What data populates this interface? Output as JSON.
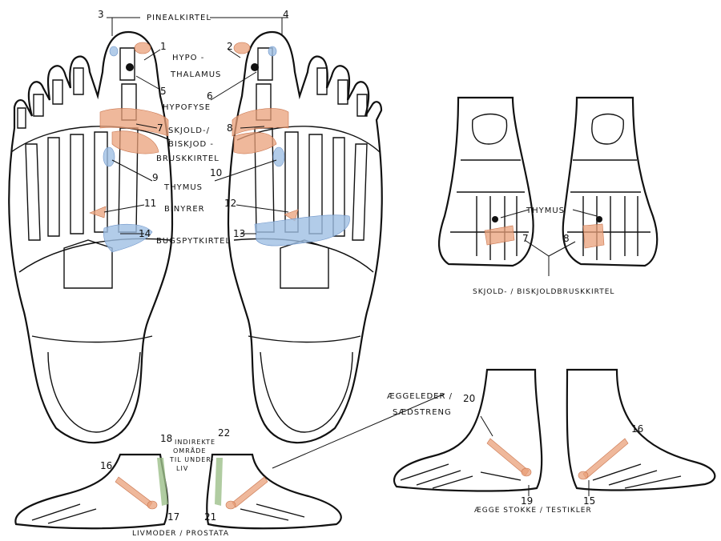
{
  "labels": {
    "pineal": "PINEALKIRTEL",
    "hypo1": "HYPO -",
    "hypo2": "THALAMUS",
    "hypofyse": "HYPOFYSE",
    "skjold1": "SKJOLD-/",
    "skjold2": "BISKJOD -",
    "skjold3": "BRUSKKIRTEL",
    "thymus": "THYMUS",
    "binyrer": "BINYRER",
    "bugspyt": "BUGSPYTKIRTEL",
    "thymus_top": "THYMUS",
    "skjold_top": "SKJOLD- / BISKJOLDBRUSKKIRTEL",
    "aeggeleder1": "ÆGGELEDER /",
    "aeggeleder2": "SÆDSTRENG",
    "aeggestokke": "ÆGGE STOKKE / TESTIKLER",
    "indirekte1": "INDIREKTE",
    "indirekte2": "OMRÅDE",
    "indirekte3": "TIL UNDER-",
    "indirekte4": "LIV",
    "livmoder": "LIVMODER / PROSTATA"
  },
  "numbers": {
    "n1": "1",
    "n2": "2",
    "n3": "3",
    "n4": "4",
    "n5": "5",
    "n6": "6",
    "n7": "7",
    "n8": "8",
    "n9": "9",
    "n10": "10",
    "n11": "11",
    "n12": "12",
    "n13": "13",
    "n14": "14",
    "n15": "15",
    "n16": "16",
    "n17": "17",
    "n18": "18",
    "n19": "19",
    "n20": "20",
    "n21": "21",
    "n22": "22",
    "n7b": "7",
    "n8b": "8",
    "n16b": "16"
  },
  "colors": {
    "orange": "#e9a07a",
    "blue": "#9fbfe3",
    "green": "#9cbf8a"
  }
}
